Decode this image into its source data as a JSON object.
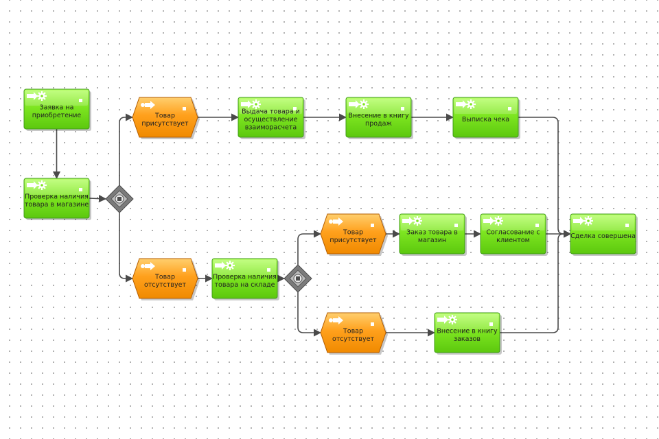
{
  "colors": {
    "function_fill": "#7ee621",
    "function_top": "#b8ff6a",
    "event_fill": "#ffa01c",
    "event_top": "#ffcf6e",
    "connector": "#4a4a4a"
  },
  "icons": {
    "function": "gear-arrow-icon",
    "event": "arrow-icon",
    "gateway": "xor-gateway-icon"
  },
  "nodes": {
    "f1": {
      "kind": "function",
      "lines": [
        "Заявка на",
        "приобретение"
      ]
    },
    "f2": {
      "kind": "function",
      "lines": [
        "Проверка наличия",
        "товара в магазине"
      ]
    },
    "g1": {
      "kind": "gateway",
      "lines": []
    },
    "e1": {
      "kind": "event",
      "lines": [
        "Товар",
        "присутствует"
      ]
    },
    "e2": {
      "kind": "event",
      "lines": [
        "Товар",
        "отсутствует"
      ]
    },
    "f3": {
      "kind": "function",
      "lines": [
        "Выдача товара и",
        "осуществление",
        "взаиморасчета"
      ]
    },
    "f4": {
      "kind": "function",
      "lines": [
        "Внесение в книгу",
        "продаж"
      ]
    },
    "f5": {
      "kind": "function",
      "lines": [
        "Выписка чека"
      ]
    },
    "f6": {
      "kind": "function",
      "lines": [
        "Проверка наличия",
        "товара на складе"
      ]
    },
    "g2": {
      "kind": "gateway",
      "lines": []
    },
    "e3": {
      "kind": "event",
      "lines": [
        "Товар",
        "присутствует"
      ]
    },
    "e4": {
      "kind": "event",
      "lines": [
        "Товар",
        "отсутствует"
      ]
    },
    "f7": {
      "kind": "function",
      "lines": [
        "Заказ товара в",
        "магазин"
      ]
    },
    "f8": {
      "kind": "function",
      "lines": [
        "Согласование с",
        "клиентом"
      ]
    },
    "f9": {
      "kind": "function",
      "lines": [
        "Внесение в книгу",
        "заказов"
      ]
    },
    "f10": {
      "kind": "function",
      "lines": [
        "Сделка совершена"
      ]
    }
  },
  "edges": [
    [
      "f1",
      "f2"
    ],
    [
      "f2",
      "g1"
    ],
    [
      "g1",
      "e1"
    ],
    [
      "g1",
      "e2"
    ],
    [
      "e1",
      "f3"
    ],
    [
      "f3",
      "f4"
    ],
    [
      "f4",
      "f5"
    ],
    [
      "f5",
      "f10"
    ],
    [
      "e2",
      "f6"
    ],
    [
      "f6",
      "g2"
    ],
    [
      "g2",
      "e3"
    ],
    [
      "g2",
      "e4"
    ],
    [
      "e3",
      "f7"
    ],
    [
      "f7",
      "f8"
    ],
    [
      "f8",
      "f10"
    ],
    [
      "e4",
      "f9"
    ],
    [
      "f9",
      "f10"
    ]
  ]
}
